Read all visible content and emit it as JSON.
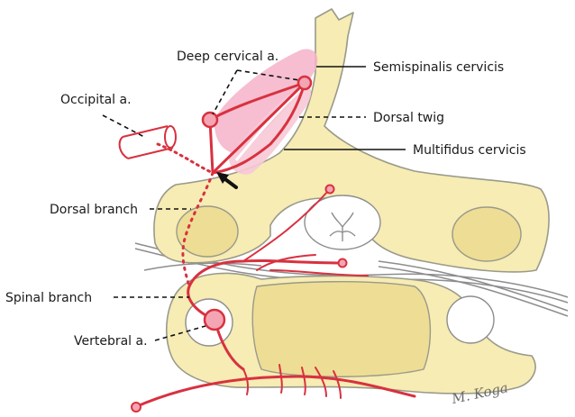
{
  "labels": {
    "deep_cervical": "Deep cervical a.",
    "occipital": "Occipital a.",
    "semispinalis": "Semispinalis cervicis",
    "dorsal_twig": "Dorsal twig",
    "multifidus": "Multifidus cervicis",
    "dorsal_branch": "Dorsal branch",
    "spinal_branch": "Spinal branch",
    "vertebral": "Vertebral a."
  },
  "signature": "M. Koga",
  "colors": {
    "artery": "#d8313f",
    "muscle": "#f4b3c8",
    "bone": "#f6ecb4"
  }
}
